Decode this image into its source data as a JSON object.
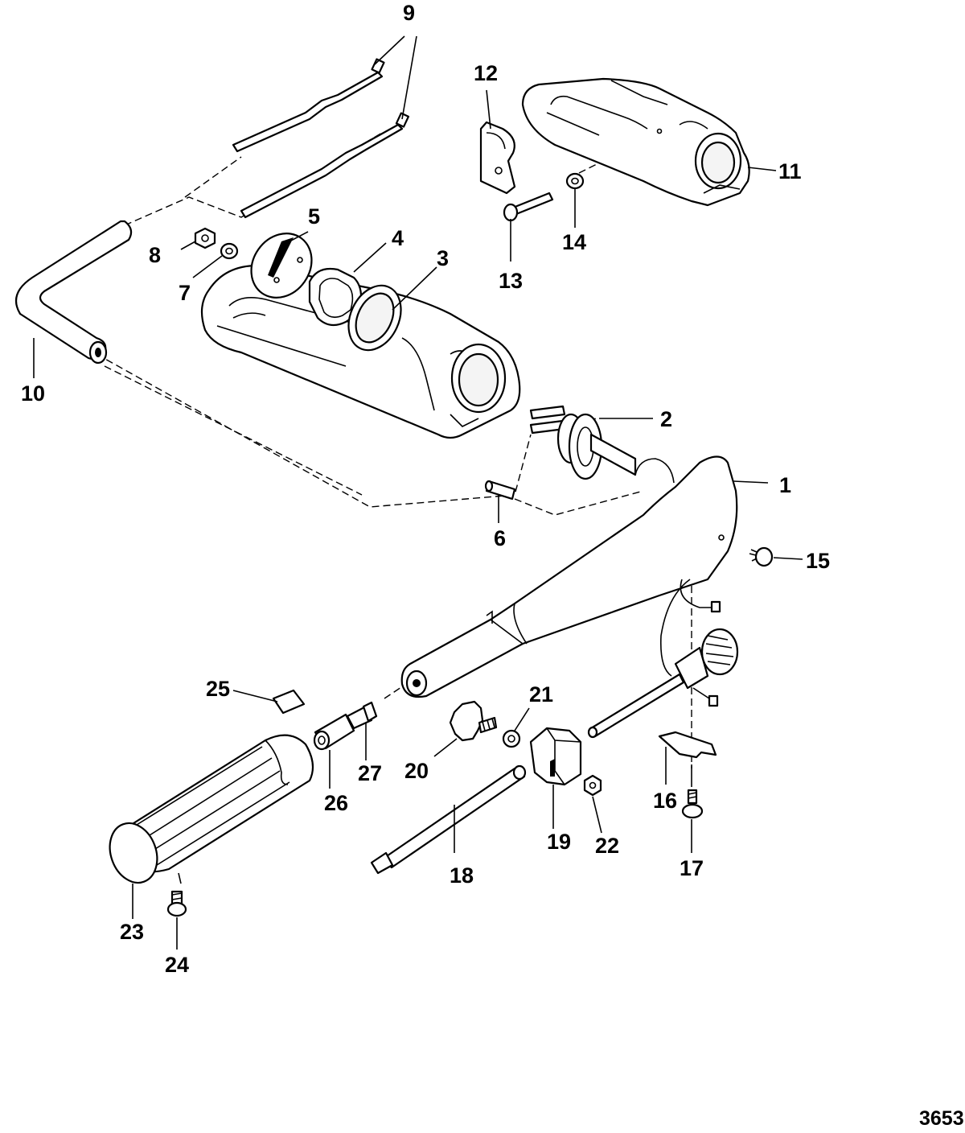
{
  "figure_number": "3653",
  "callouts": [
    {
      "id": "1",
      "text": "1"
    },
    {
      "id": "2",
      "text": "2"
    },
    {
      "id": "3",
      "text": "3"
    },
    {
      "id": "4",
      "text": "4"
    },
    {
      "id": "5",
      "text": "5"
    },
    {
      "id": "6",
      "text": "6"
    },
    {
      "id": "7",
      "text": "7"
    },
    {
      "id": "8",
      "text": "8"
    },
    {
      "id": "9",
      "text": "9"
    },
    {
      "id": "10",
      "text": "10"
    },
    {
      "id": "11",
      "text": "11"
    },
    {
      "id": "12",
      "text": "12"
    },
    {
      "id": "13",
      "text": "13"
    },
    {
      "id": "14",
      "text": "14"
    },
    {
      "id": "15",
      "text": "15"
    },
    {
      "id": "16",
      "text": "16"
    },
    {
      "id": "17",
      "text": "17"
    },
    {
      "id": "18",
      "text": "18"
    },
    {
      "id": "19",
      "text": "19"
    },
    {
      "id": "20",
      "text": "20"
    },
    {
      "id": "21",
      "text": "21"
    },
    {
      "id": "22",
      "text": "22"
    },
    {
      "id": "23",
      "text": "23"
    },
    {
      "id": "24",
      "text": "24"
    },
    {
      "id": "25",
      "text": "25"
    },
    {
      "id": "26",
      "text": "26"
    },
    {
      "id": "27",
      "text": "27"
    }
  ]
}
